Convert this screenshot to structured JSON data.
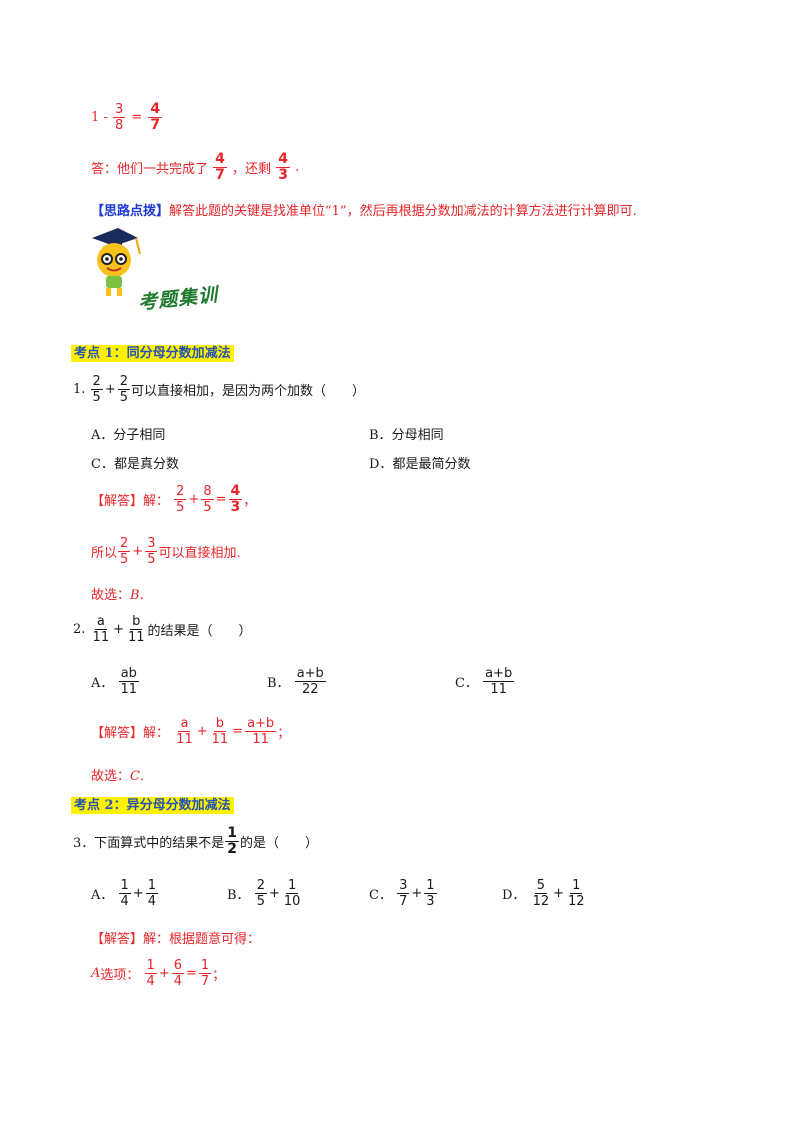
{
  "intro": {
    "equation": {
      "lhs": "1 -",
      "f1": [
        "3",
        "8"
      ],
      "eq": "=",
      "f2": [
        "4",
        "7"
      ]
    },
    "answer": {
      "prefix": "答：他们一共完成了",
      "f1": [
        "4",
        "7"
      ],
      "mid": "，还剩",
      "f2": [
        "4",
        "3"
      ],
      "suffix": "."
    },
    "tip": {
      "tag": "【思路点拨】",
      "text": "解答此题的关键是找准单位“1”，然后再根据分数加减法的计算方法进行计算即可."
    }
  },
  "banner_text": "考题集训",
  "sections": [
    {
      "title": "考点 1：同分母分数加减法"
    },
    {
      "title": "考点 2：异分母分数加减法"
    }
  ],
  "q1": {
    "num": "1.",
    "f1": [
      "2",
      "5"
    ],
    "op": "+",
    "f2": [
      "2",
      "5"
    ],
    "stem": "可以直接相加，是因为两个加数（　　）",
    "options": [
      {
        "letter": "A．",
        "text": "分子相同"
      },
      {
        "letter": "B．",
        "text": "分母相同"
      },
      {
        "letter": "C．",
        "text": "都是真分数"
      },
      {
        "letter": "D．",
        "text": "都是最简分数"
      }
    ],
    "sol_tag": "【解答】",
    "sol_prefix": "解：",
    "sol_f1": [
      "2",
      "5"
    ],
    "sol_op": "+",
    "sol_f2": [
      "8",
      "5"
    ],
    "sol_eq": "=",
    "sol_f3": [
      "4",
      "3"
    ],
    "sol_end": "，",
    "so_prefix": "所以",
    "so_f1": [
      "2",
      "5"
    ],
    "so_op": "+",
    "so_f2": [
      "3",
      "5"
    ],
    "so_suffix": "可以直接相加.",
    "choice_prefix": "故选：",
    "choice": "B",
    "choice_end": "."
  },
  "q2": {
    "num": "2.",
    "f1": [
      "a",
      "11"
    ],
    "op": "+",
    "f2": [
      "b",
      "11"
    ],
    "stem": "的结果是（　　）",
    "options": [
      {
        "letter": "A．",
        "frac": [
          "ab",
          "11"
        ]
      },
      {
        "letter": "B．",
        "frac": [
          "a+b",
          "22"
        ]
      },
      {
        "letter": "C．",
        "frac": [
          "a+b",
          "11"
        ]
      }
    ],
    "sol_tag": "【解答】",
    "sol_prefix": "解：",
    "sol_f1": [
      "a",
      "11"
    ],
    "sol_op": "+",
    "sol_f2": [
      "b",
      "11"
    ],
    "sol_eq": "=",
    "sol_f3": [
      "a+b",
      "11"
    ],
    "sol_end": "；",
    "choice_prefix": "故选：",
    "choice": "C",
    "choice_end": "."
  },
  "q3": {
    "num": "3．",
    "stem_a": "下面算式中的结果不是",
    "f": [
      "1",
      "2"
    ],
    "stem_b": "的是（　　）",
    "options": [
      {
        "letter": "A．",
        "f1": [
          "1",
          "4"
        ],
        "op": "+",
        "f2": [
          "1",
          "4"
        ]
      },
      {
        "letter": "B．",
        "f1": [
          "2",
          "5"
        ],
        "op": "+",
        "f2": [
          "1",
          "10"
        ]
      },
      {
        "letter": "C．",
        "f1": [
          "3",
          "7"
        ],
        "op": "+",
        "f2": [
          "1",
          "3"
        ]
      },
      {
        "letter": "D．",
        "f1": [
          "5",
          "12"
        ],
        "op": "+",
        "f2": [
          "1",
          "12"
        ]
      }
    ],
    "sol_tag": "【解答】",
    "sol_text": "解：根据题意可得：",
    "a_letter": "A",
    "a_text": "选项：",
    "a_f1": [
      "1",
      "4"
    ],
    "a_op": "+",
    "a_f2": [
      "6",
      "4"
    ],
    "a_eq": "=",
    "a_f3": [
      "1",
      "7"
    ],
    "a_end": "；"
  }
}
